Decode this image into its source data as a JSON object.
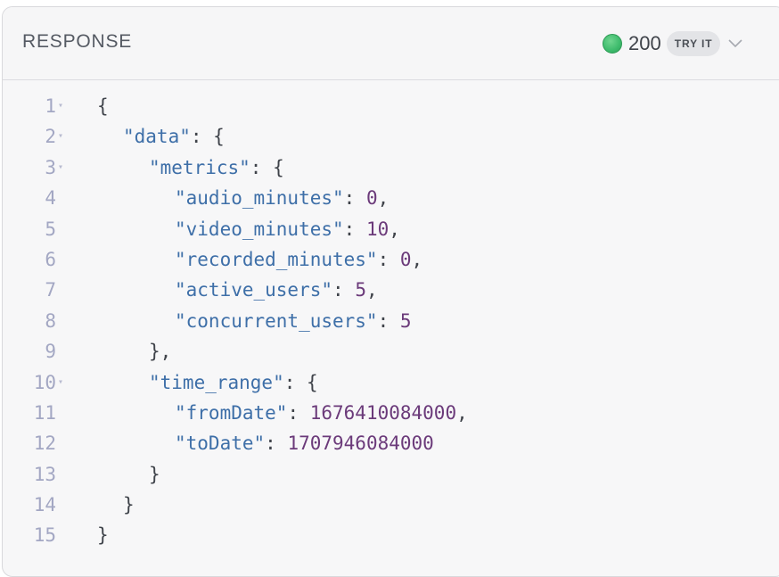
{
  "header": {
    "title": "RESPONSE",
    "status_code": "200",
    "try_it_label": "TRY IT",
    "status_color": "#3dbb6c"
  },
  "code": {
    "lines": [
      {
        "n": "1",
        "fold": true,
        "indent": 0,
        "tokens": [
          {
            "t": "p",
            "v": "{"
          }
        ]
      },
      {
        "n": "2",
        "fold": true,
        "indent": 1,
        "tokens": [
          {
            "t": "k",
            "v": "\"data\""
          },
          {
            "t": "p",
            "v": ": {"
          }
        ]
      },
      {
        "n": "3",
        "fold": true,
        "indent": 2,
        "tokens": [
          {
            "t": "k",
            "v": "\"metrics\""
          },
          {
            "t": "p",
            "v": ": {"
          }
        ]
      },
      {
        "n": "4",
        "fold": false,
        "indent": 3,
        "tokens": [
          {
            "t": "k",
            "v": "\"audio_minutes\""
          },
          {
            "t": "p",
            "v": ": "
          },
          {
            "t": "n",
            "v": "0"
          },
          {
            "t": "p",
            "v": ","
          }
        ]
      },
      {
        "n": "5",
        "fold": false,
        "indent": 3,
        "tokens": [
          {
            "t": "k",
            "v": "\"video_minutes\""
          },
          {
            "t": "p",
            "v": ": "
          },
          {
            "t": "n",
            "v": "10"
          },
          {
            "t": "p",
            "v": ","
          }
        ]
      },
      {
        "n": "6",
        "fold": false,
        "indent": 3,
        "tokens": [
          {
            "t": "k",
            "v": "\"recorded_minutes\""
          },
          {
            "t": "p",
            "v": ": "
          },
          {
            "t": "n",
            "v": "0"
          },
          {
            "t": "p",
            "v": ","
          }
        ]
      },
      {
        "n": "7",
        "fold": false,
        "indent": 3,
        "tokens": [
          {
            "t": "k",
            "v": "\"active_users\""
          },
          {
            "t": "p",
            "v": ": "
          },
          {
            "t": "n",
            "v": "5"
          },
          {
            "t": "p",
            "v": ","
          }
        ]
      },
      {
        "n": "8",
        "fold": false,
        "indent": 3,
        "tokens": [
          {
            "t": "k",
            "v": "\"concurrent_users\""
          },
          {
            "t": "p",
            "v": ": "
          },
          {
            "t": "n",
            "v": "5"
          }
        ]
      },
      {
        "n": "9",
        "fold": false,
        "indent": 2,
        "tokens": [
          {
            "t": "p",
            "v": "},"
          }
        ]
      },
      {
        "n": "10",
        "fold": true,
        "indent": 2,
        "tokens": [
          {
            "t": "k",
            "v": "\"time_range\""
          },
          {
            "t": "p",
            "v": ": {"
          }
        ]
      },
      {
        "n": "11",
        "fold": false,
        "indent": 3,
        "tokens": [
          {
            "t": "k",
            "v": "\"fromDate\""
          },
          {
            "t": "p",
            "v": ": "
          },
          {
            "t": "n",
            "v": "1676410084000"
          },
          {
            "t": "p",
            "v": ","
          }
        ]
      },
      {
        "n": "12",
        "fold": false,
        "indent": 3,
        "tokens": [
          {
            "t": "k",
            "v": "\"toDate\""
          },
          {
            "t": "p",
            "v": ": "
          },
          {
            "t": "n",
            "v": "1707946084000"
          }
        ]
      },
      {
        "n": "13",
        "fold": false,
        "indent": 2,
        "tokens": [
          {
            "t": "p",
            "v": "}"
          }
        ]
      },
      {
        "n": "14",
        "fold": false,
        "indent": 1,
        "tokens": [
          {
            "t": "p",
            "v": "}"
          }
        ]
      },
      {
        "n": "15",
        "fold": false,
        "indent": 0,
        "tokens": [
          {
            "t": "p",
            "v": "}"
          }
        ]
      }
    ]
  }
}
